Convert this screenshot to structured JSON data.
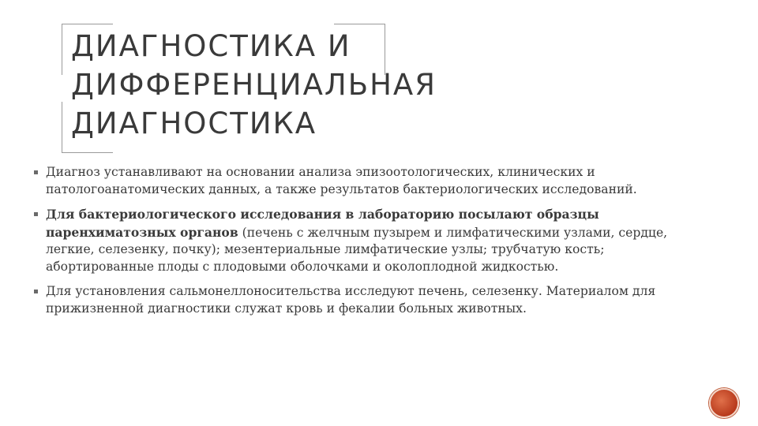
{
  "title": {
    "lines": [
      "ДИАГНОСТИКА И",
      "ДИФФЕРЕНЦИАЛЬНАЯ",
      "ДИАГНОСТИКА"
    ]
  },
  "bullets": [
    {
      "text": "Диагноз устанавливают на основании анализа эпизоотологических, клинических и патологоанатомических данных, а также результатов бактериологических исследований."
    },
    {
      "bold": "Для бактериологического исследования в лабораторию посылают образцы паренхиматозных органов",
      "text": " (печень с желчным пузырем и лимфатическими узлами, сердце, легкие, селезенку, почку); мезентериальные лимфатические узлы; трубчатую кость; абортированные плоды с плодовыми оболочками и околоплодной жидкостью."
    },
    {
      "text": "Для установления сальмонеллоносительства исследуют печень, селезенку. Материалом для прижизненной диагностики служат кровь и фекалии больных животных."
    }
  ],
  "colors": {
    "text": "#3a3a3a",
    "frame": "#9a9a9a",
    "logo": "#c04a28"
  }
}
